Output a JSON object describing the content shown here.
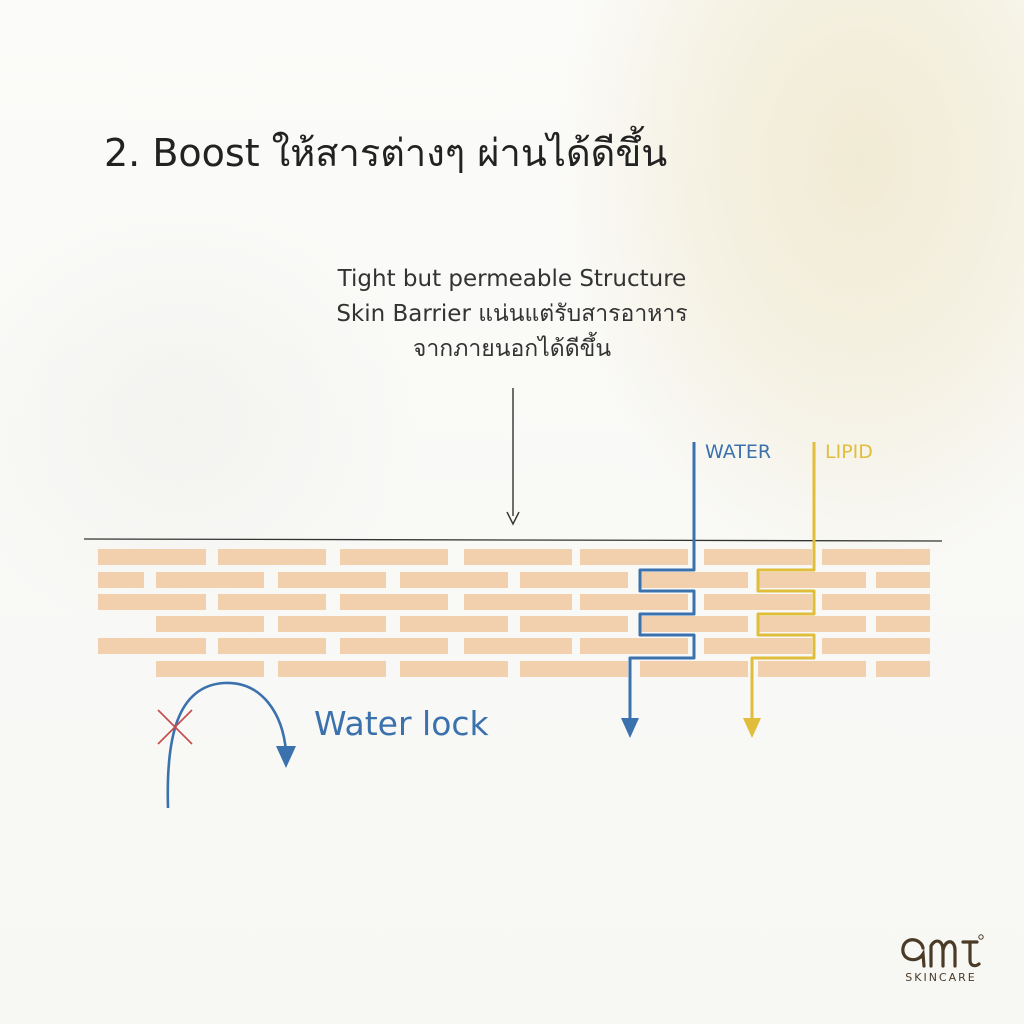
{
  "title": "2. Boost ให้สารต่างๆ ผ่านได้ดีขึ้น",
  "caption": {
    "line1": "Tight but permeable Structure",
    "line2": "Skin Barrier แน่นแต่รับสารอาหาร",
    "line3": "จากภายนอกได้ดีขึ้น"
  },
  "labels": {
    "water": "WATER",
    "lipid": "LIPID",
    "water_lock": "Water lock"
  },
  "logo": {
    "brand": "amt",
    "subtitle": "SKINCARE"
  },
  "colors": {
    "brick": "#f2d0ad",
    "water": "#3b72ad",
    "lipid": "#e0bd3b",
    "blocked_mark": "#c84a4a",
    "text": "#333333"
  }
}
